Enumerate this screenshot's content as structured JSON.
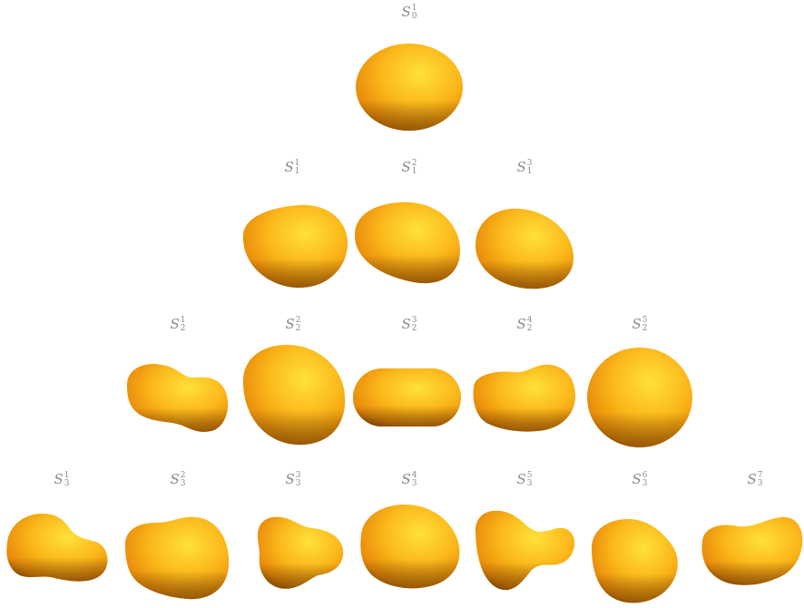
{
  "figure": {
    "base_symbol": "S",
    "shape_color": "#f5a412",
    "rows": [
      {
        "level": "0",
        "items": [
          {
            "index": "1"
          }
        ]
      },
      {
        "level": "1",
        "items": [
          {
            "index": "1"
          },
          {
            "index": "2"
          },
          {
            "index": "3"
          }
        ]
      },
      {
        "level": "2",
        "items": [
          {
            "index": "1"
          },
          {
            "index": "2"
          },
          {
            "index": "3"
          },
          {
            "index": "4"
          },
          {
            "index": "5"
          }
        ]
      },
      {
        "level": "3",
        "items": [
          {
            "index": "1"
          },
          {
            "index": "2"
          },
          {
            "index": "3"
          },
          {
            "index": "4"
          },
          {
            "index": "5"
          },
          {
            "index": "6"
          },
          {
            "index": "7"
          }
        ]
      }
    ]
  }
}
